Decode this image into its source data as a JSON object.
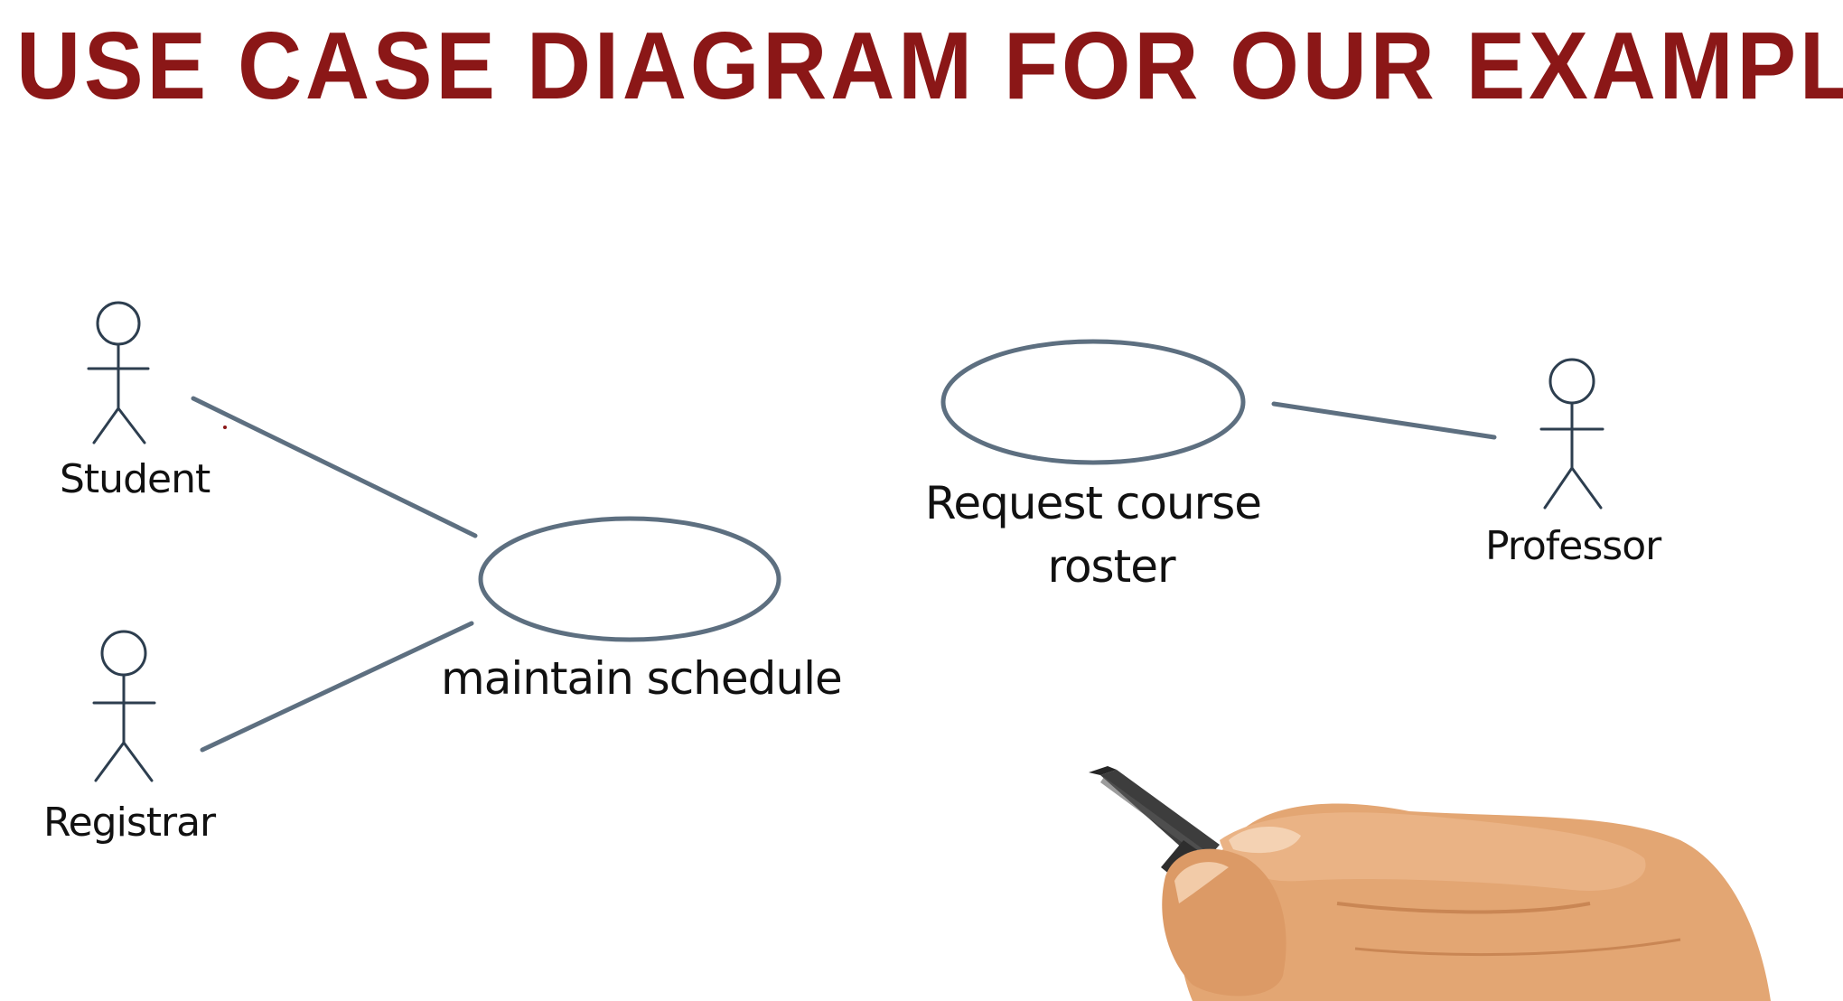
{
  "title": "USE CASE DIAGRAM FOR OUR EXAMPLE",
  "actors": [
    {
      "id": "student",
      "label": "Student"
    },
    {
      "id": "registrar",
      "label": "Registrar"
    },
    {
      "id": "professor",
      "label": "Professor"
    }
  ],
  "use_cases": [
    {
      "id": "maintain-schedule",
      "label": "maintain schedule"
    },
    {
      "id": "request-course-roster",
      "label_line1": "Request course",
      "label_line2": "roster"
    }
  ],
  "associations": [
    {
      "actor": "student",
      "use_case": "maintain-schedule"
    },
    {
      "actor": "registrar",
      "use_case": "maintain-schedule"
    },
    {
      "actor": "professor",
      "use_case": "request-course-roster"
    }
  ],
  "colors": {
    "title": "#8b1717",
    "connector": "#5d6f80",
    "ellipse": "#5d6f80",
    "actor": "#2d3e4f",
    "text": "#111111",
    "skin": "#e0a070",
    "pen": "#3a3a3a"
  }
}
